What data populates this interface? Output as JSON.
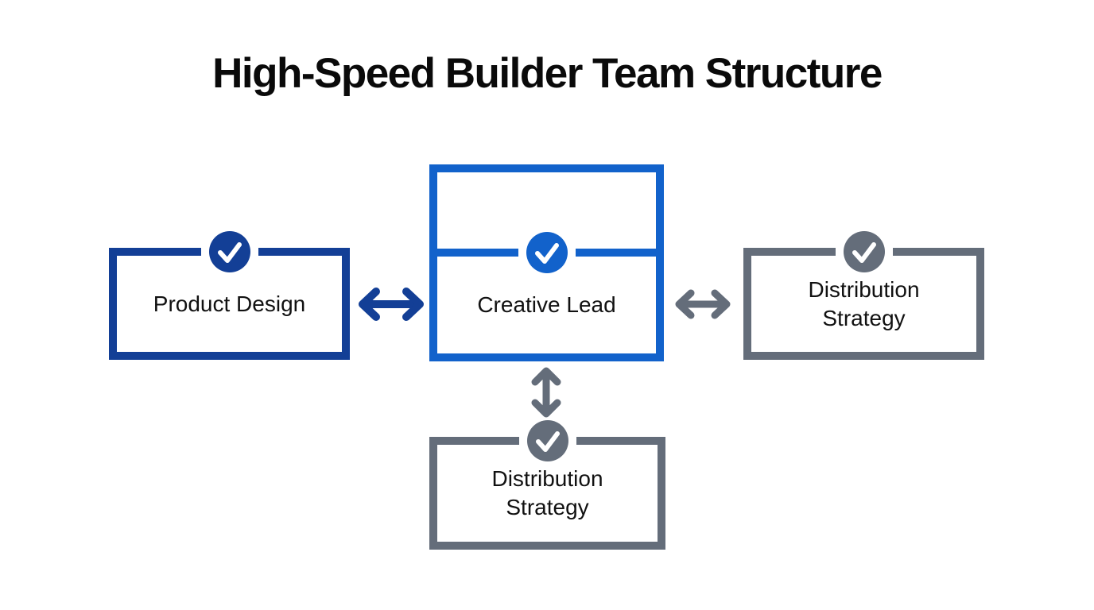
{
  "title": "High-Speed Builder Team Structure",
  "colors": {
    "background": "#ffffff",
    "navy": "#133f96",
    "blue": "#1262cb",
    "gray": "#646d7a",
    "title_text": "#0a0a0a",
    "label_text": "#111111",
    "check": "#ffffff"
  },
  "nodes": {
    "product_design": {
      "label": "Product Design",
      "border_color": "#133f96",
      "badge_color": "#133f96",
      "icon": "check-icon"
    },
    "creative_lead": {
      "label": "Creative Lead",
      "border_color": "#1262cb",
      "badge_color": "#1262cb",
      "icon": "check-icon"
    },
    "distribution_right": {
      "label": "Distribution Strategy",
      "border_color": "#646d7a",
      "badge_color": "#646d7a",
      "icon": "check-icon"
    },
    "distribution_bottom": {
      "label": "Distribution Strategy",
      "border_color": "#646d7a",
      "badge_color": "#646d7a",
      "icon": "check-icon"
    }
  },
  "connectors": {
    "left_center": {
      "type": "double-arrow-horizontal",
      "color": "#133f96"
    },
    "center_right": {
      "type": "double-arrow-horizontal",
      "color": "#646d7a"
    },
    "center_bottom": {
      "type": "double-arrow-vertical",
      "color": "#646d7a"
    }
  }
}
